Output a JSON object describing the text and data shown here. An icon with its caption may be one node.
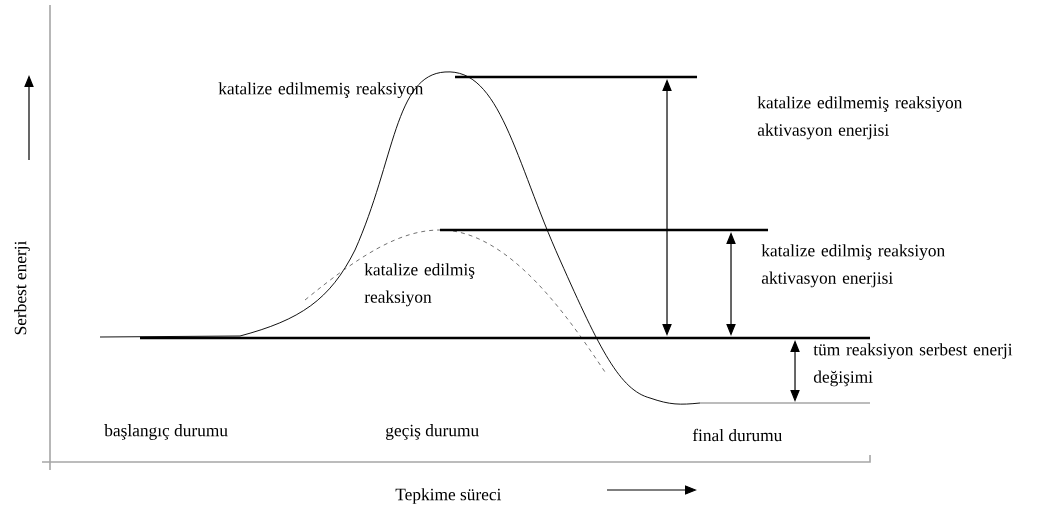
{
  "diagram": {
    "labels": [
      "katalize edilmemiş reaksiyon",
      "katalize edilmemiş reaksiyon aktivasyon enerjisi",
      "Serbest enerji",
      "katalize edilmiş reaksiyon aktivasyon enerjisi",
      "katalize edilmiş reaksiyon",
      "tüm reaksiyon serbest enerji değişimi",
      "başlangıç durumu",
      "geçiş durumu",
      "final durumu",
      "Tepkime süreci"
    ]
  }
}
